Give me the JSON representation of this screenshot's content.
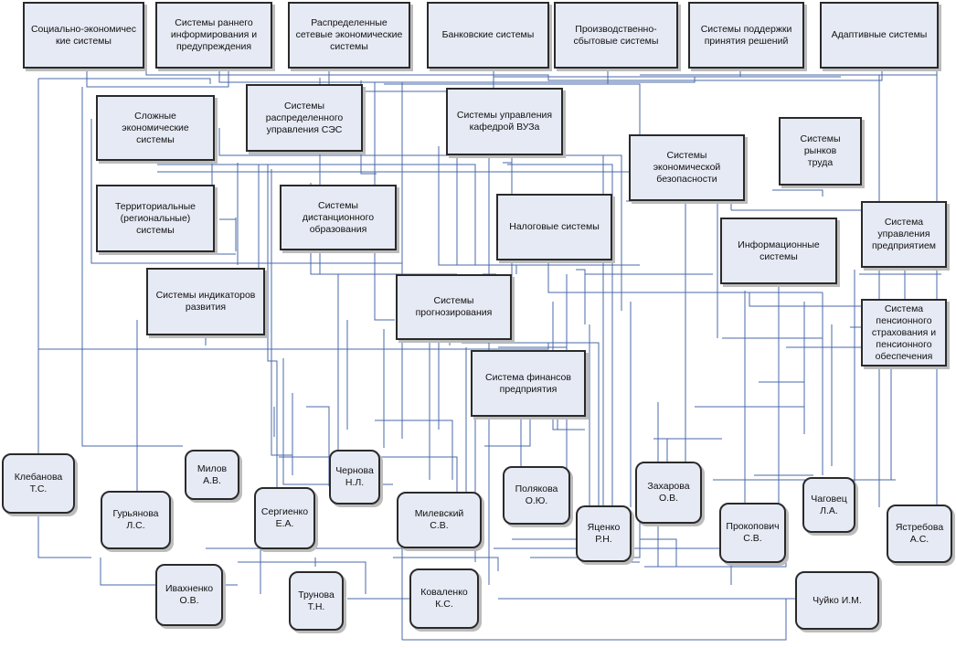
{
  "colors": {
    "line": "#4a68a8",
    "box_fill": "#e6eaf4",
    "border": "#2a2a2a"
  },
  "systems": {
    "socio_economic": "Социально-экономичес\nкие системы",
    "early_warning": "Системы раннего\nинформирования и\nпредупреждения",
    "distributed_network": "Распределенные\nсетевые экономические\nсистемы",
    "banking": "Банковские системы",
    "production_sales": "Производственно-\nсбытовые системы",
    "decision_support": "Системы поддержки\nпринятия решений",
    "adaptive": "Адаптивные системы",
    "complex_economic": "Сложные\nэкономические системы",
    "distributed_ses": "Системы\nраспределенного\nуправления СЭС",
    "department_mgmt": "Системы управления\nкафедрой ВУЗа",
    "labor_markets": "Системы рынков\nтруда",
    "economic_security": "Системы\nэкономической\nбезопасности",
    "territorial": "Территориальные\n(региональные)\nсистемы",
    "distance_education": "Системы\nдистанционного\nобразования",
    "tax": "Налоговые системы",
    "information": "Информационные\nсистемы",
    "enterprise_mgmt": "Система\nуправления\nпредприятием",
    "development_indicators": "Системы индикаторов\nразвития",
    "forecasting": "Системы\nпрогнозирования",
    "pension": "Система\nпенсионного\nстрахования и\nпенсионного\nобеспечения",
    "enterprise_finance": "Система финансов\nпредприятия"
  },
  "people": {
    "klebanova": "Клебанова\nТ.С.",
    "milov": "Милов\nА.В.",
    "chernova": "Чернова\nН.Л.",
    "polyakova": "Полякова\nО.Ю.",
    "zakharova": "Захарова\nО.В.",
    "chagovets": "Чаговец\nЛ.А.",
    "gurianova": "Гурьянова\nЛ.С.",
    "sergienko": "Сергиенко\nЕ.А.",
    "milevsky": "Милевский\nС.В.",
    "yatsenko": "Яценко\nР.Н.",
    "prokopovich": "Прокопович\nС.В.",
    "yastrebova": "Ястребова\nА.С.",
    "ivakhnenko": "Ивахненко\nО.В.",
    "trunova": "Трунова\nТ.Н.",
    "kovalenko": "Коваленко\nК.С.",
    "chuiko": "Чуйко И.М."
  }
}
